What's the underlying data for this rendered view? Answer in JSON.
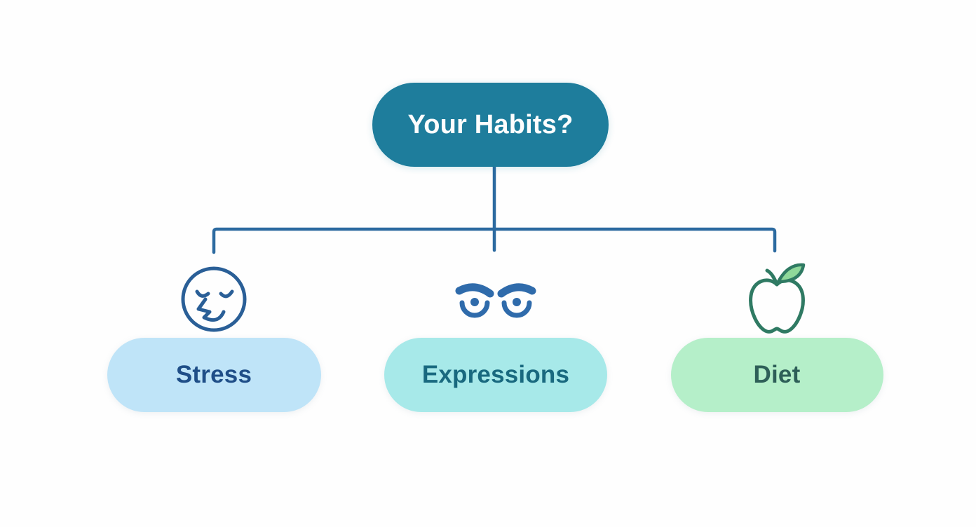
{
  "diagram": {
    "type": "tree",
    "orientation": "top-down",
    "background_color": "#fefefe",
    "connector_color": "#2c6aa0",
    "root": {
      "label": "Your Habits?",
      "fill_color": "#1e7d9c",
      "text_color": "#fdfdfd"
    },
    "branches": [
      {
        "label": "Stress",
        "icon": "stressed-face-icon",
        "icon_color": "#2a5f97",
        "fill_color": "#bfe4f8",
        "text_color": "#1f4e88"
      },
      {
        "label": "Expressions",
        "icon": "angry-eyes-icon",
        "icon_color": "#2f6bab",
        "fill_color": "#a7e9e9",
        "text_color": "#19697f"
      },
      {
        "label": "Diet",
        "icon": "apple-icon",
        "icon_color": "#2f7a63",
        "icon_accent_color": "#8fd89a",
        "fill_color": "#b5efc9",
        "text_color": "#2e5f58"
      }
    ]
  }
}
